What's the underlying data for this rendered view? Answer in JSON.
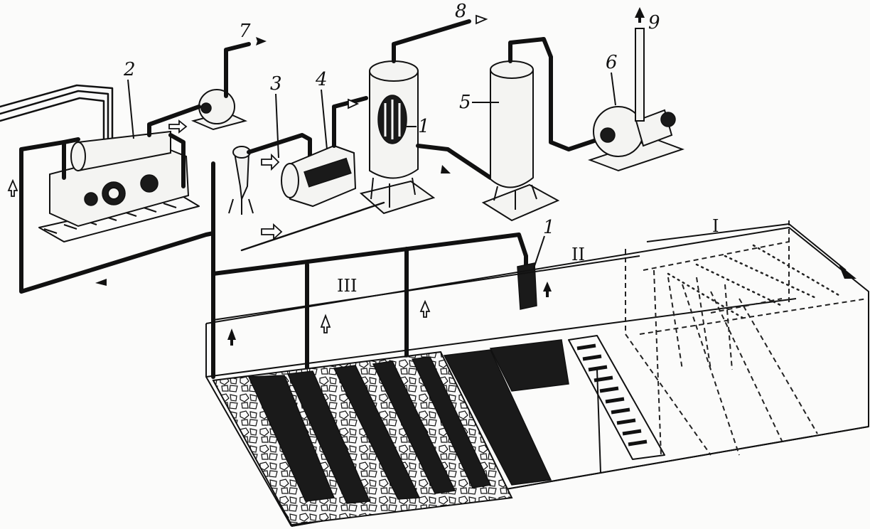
{
  "labels": {
    "n1_vessel": "1",
    "n1_pipe": "1",
    "n2": "2",
    "n3": "3",
    "n4": "4",
    "n5": "5",
    "n6": "6",
    "n7": "7",
    "n8": "8",
    "n9": "9"
  },
  "zones": {
    "z1": "I",
    "z2": "II",
    "z3": "III"
  }
}
